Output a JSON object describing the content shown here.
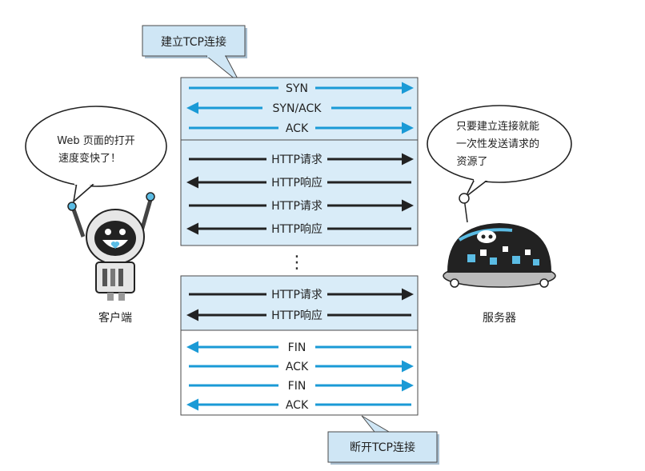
{
  "callouts": {
    "top": "建立TCP连接",
    "bottom": "断开TCP连接"
  },
  "client": {
    "label": "客户端",
    "bubble_lines": [
      "Web 页面的打开",
      "速度变快了！"
    ]
  },
  "server": {
    "label": "服务器",
    "bubble_lines": [
      "只要建立连接就能",
      "一次性发送请求的",
      "资源了"
    ]
  },
  "handshake": [
    {
      "label": "SYN",
      "dir": "right"
    },
    {
      "label": "SYN/ACK",
      "dir": "left"
    },
    {
      "label": "ACK",
      "dir": "right"
    }
  ],
  "block1": [
    {
      "label": "HTTP请求",
      "dir": "right"
    },
    {
      "label": "HTTP响应",
      "dir": "left"
    },
    {
      "label": "HTTP请求",
      "dir": "right"
    },
    {
      "label": "HTTP响应",
      "dir": "left"
    }
  ],
  "ellipsis": "⋮",
  "block2": [
    {
      "label": "HTTP请求",
      "dir": "right"
    },
    {
      "label": "HTTP响应",
      "dir": "left"
    }
  ],
  "teardown": [
    {
      "label": "FIN",
      "dir": "left"
    },
    {
      "label": "ACK",
      "dir": "right"
    },
    {
      "label": "FIN",
      "dir": "right"
    },
    {
      "label": "ACK",
      "dir": "left"
    }
  ],
  "colors": {
    "tcp_arrow": "#1a9ad6",
    "http_arrow": "#222222",
    "panel_fill": "#d9ecf8",
    "panel_border": "#4a4a4a",
    "callout_fill": "#cfe6f5",
    "robot_blue": "#5bbce4",
    "server_dark": "#222222"
  }
}
